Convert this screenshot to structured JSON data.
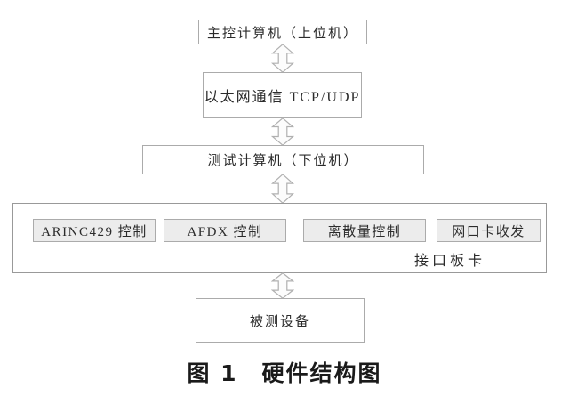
{
  "diagram": {
    "caption": "图 1　硬件结构图",
    "nodes": {
      "host": "主控计算机（上位机）",
      "ethernet": "以太网通信 TCP/UDP",
      "test_computer": "测试计算机（下位机）",
      "interface_board_label": "接口板卡",
      "dut": "被测设备"
    },
    "cards": [
      "ARINC429 控制",
      "AFDX 控制",
      "离散量控制",
      "网口卡收发"
    ],
    "connectors": {
      "type": "double-headed-vertical-arrow",
      "count": 4
    },
    "colors": {
      "box_border": "#ababab",
      "big_box_border": "#999999",
      "card_fill": "#ececec",
      "text": "#2b2b2b",
      "caption_text": "#1a1a1a",
      "arrow_stroke": "#b0b0b0",
      "background": "#ffffff"
    }
  }
}
